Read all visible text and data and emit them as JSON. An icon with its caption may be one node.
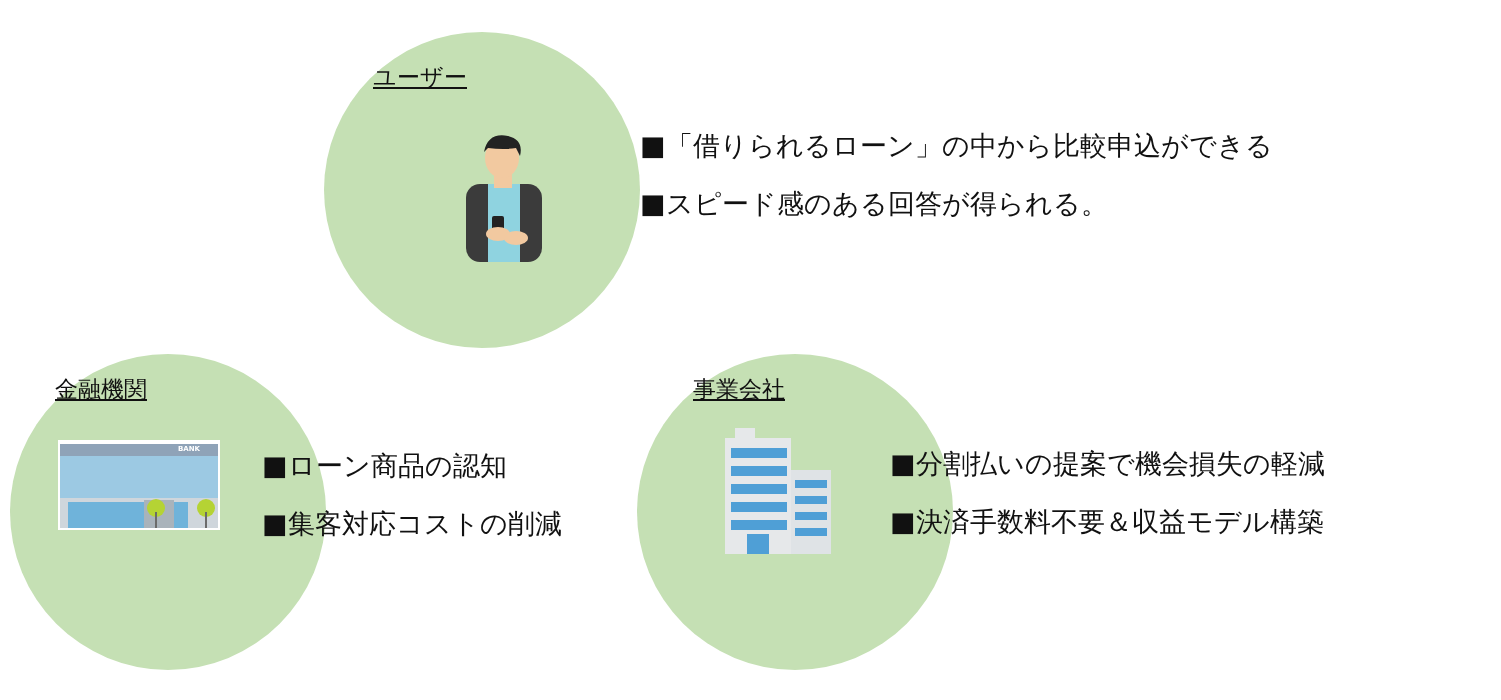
{
  "diagram": {
    "nodes": [
      {
        "text": [
          "ユーザー"
        ],
        "beside": [
          "■「借りられるローン」の中から比較申込ができる",
          "■スピード感のある回答が得られる。"
        ]
      },
      {
        "text": [
          "金融機関"
        ],
        "beside": [
          "■ローン商品の認知",
          "■集客対応コストの削減"
        ]
      },
      {
        "text": [
          "事業会社"
        ],
        "beside": [
          "■分割払いの提案で機会損失の軽減",
          "■決済手数料不要＆収益モデル構築"
        ]
      }
    ],
    "labels": [
      "BANK"
    ]
  }
}
